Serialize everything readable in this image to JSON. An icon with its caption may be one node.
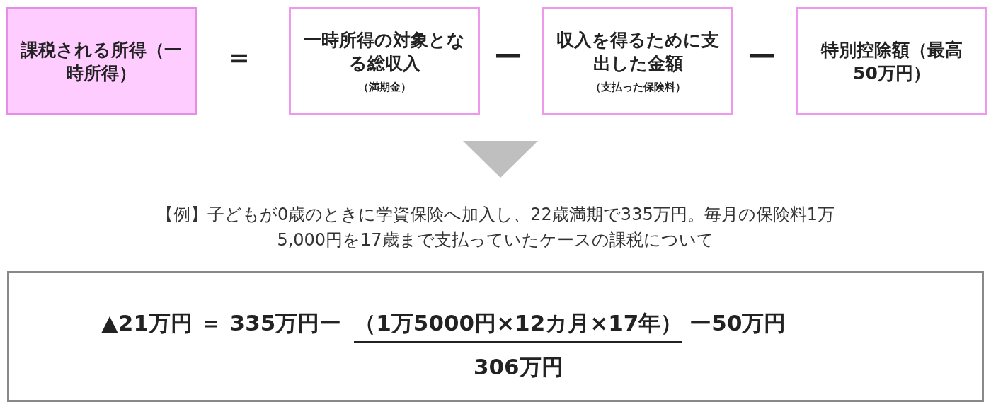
{
  "diagram": {
    "nodes": [
      {
        "text": [
          "課税される所得（一時所得）"
        ]
      },
      {
        "text": [
          "一時所得の対象となる総収入",
          "（満期金）"
        ]
      },
      {
        "text": [
          "収入を得るために支出した金額",
          "（支払った保険料）"
        ]
      },
      {
        "text": [
          "特別控除額（最高50万円）"
        ]
      },
      {
        "text": [
          "▲21万円 ＝ 335万円ー",
          "（1万5000円×12カ月×17年）",
          "ー50万円",
          "306万円"
        ]
      }
    ],
    "edges": [],
    "labels": [
      "＝",
      "ー",
      "ー",
      "【例】子どもが0歳のときに学資保険へ加入し、22歳満期で335万円。毎月の保険料1万5,000円を17歳まで支払っていたケースの課税について"
    ]
  }
}
